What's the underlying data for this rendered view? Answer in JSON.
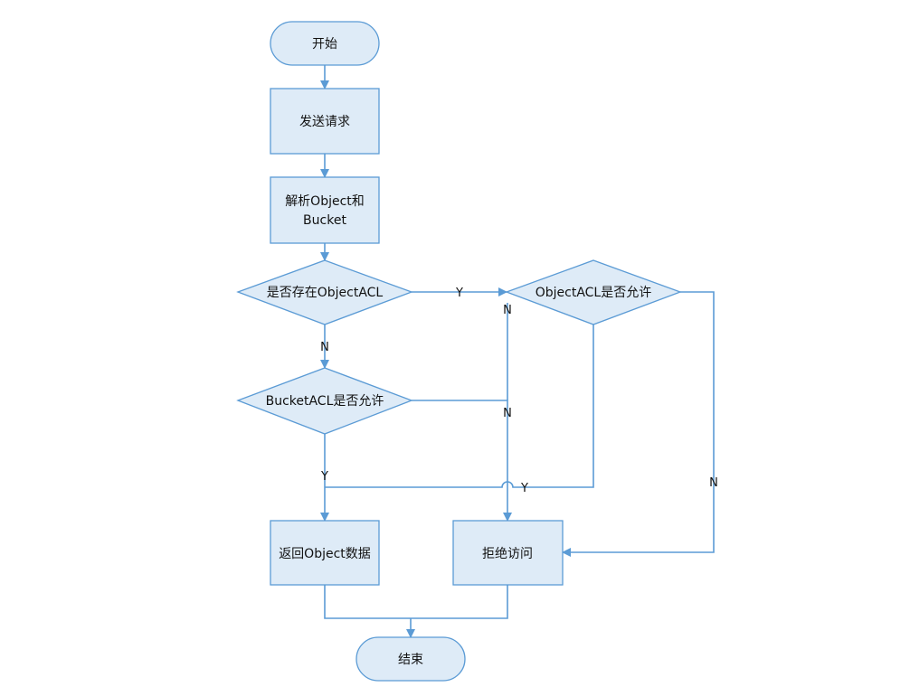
{
  "nodes": {
    "start": "开始",
    "send_request": "发送请求",
    "parse_line1": "解析Object和",
    "parse_line2": "Bucket",
    "object_acl_exists": "是否存在ObjectACL",
    "object_acl_allow": "ObjectACL是否允许",
    "bucket_acl_allow": "BucketACL是否允许",
    "return_object": "返回Object数据",
    "deny_access": "拒绝访问",
    "end": "结束"
  },
  "labels": {
    "yes": "Y",
    "no": "N"
  },
  "colors": {
    "stroke": "#5b9bd5",
    "fill": "#deebf7",
    "text": "#111111"
  }
}
